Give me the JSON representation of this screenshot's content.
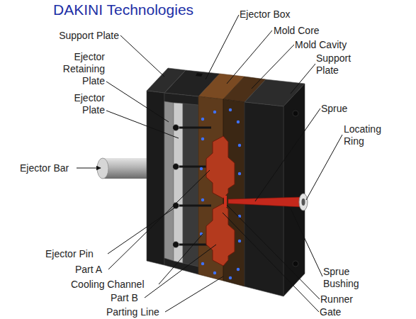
{
  "diagram": {
    "title": "DAKINI Technologies",
    "labels": [
      "Support Plate",
      "Ejector Retaining Plate",
      "Ejector Plate",
      "Ejector Bar",
      "Ejector Pin",
      "Part A",
      "Cooling Channel",
      "Part B",
      "Parting Line",
      "Ejector Box",
      "Mold Core",
      "Mold Cavity",
      "Support Plate",
      "Sprue",
      "Locating Ring",
      "Sprue Bushing",
      "Runner",
      "Gate"
    ]
  }
}
